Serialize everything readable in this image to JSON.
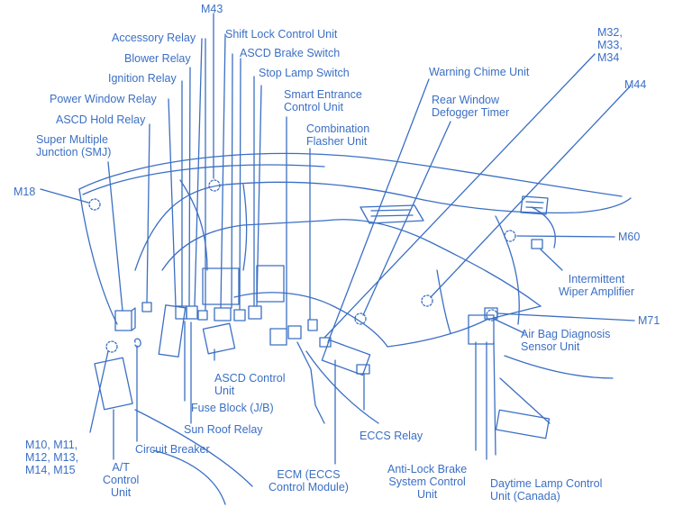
{
  "colors": {
    "line": "#3b6fc4",
    "label": "#3b6fc4",
    "background": "#ffffff"
  },
  "labels": {
    "m43": "M43",
    "accessory_relay": "Accessory Relay",
    "shift_lock": "Shift Lock Control Unit",
    "blower_relay": "Blower Relay",
    "ascd_brake": "ASCD Brake Switch",
    "ignition_relay": "Ignition Relay",
    "stop_lamp": "Stop Lamp Switch",
    "power_window": "Power Window Relay",
    "smart_entrance": "Smart Entrance\nControl Unit",
    "ascd_hold": "ASCD Hold Relay",
    "combination_flasher": "Combination\nFlasher Unit",
    "smj": "Super Multiple\nJunction (SMJ)",
    "m18": "M18",
    "warning_chime": "Warning Chime Unit",
    "m32": "M32,\nM33,\nM34",
    "rear_window": "Rear Window\nDefogger Timer",
    "m44": "M44",
    "m60": "M60",
    "intermittent_wiper": "Intermittent\nWiper Amplifier",
    "m71": "M71",
    "air_bag": "Air Bag Diagnosis\nSensor Unit",
    "ascd_control": "ASCD Control\nUnit",
    "fuse_block": "Fuse Block (J/B)",
    "sun_roof": "Sun Roof Relay",
    "circuit_breaker": "Circuit Breaker",
    "eccs_relay": "ECCS Relay",
    "m10": "M10, M11,\nM12, M13,\nM14, M15",
    "at_control": "A/T\nControl\nUnit",
    "ecm": "ECM (ECCS\nControl Module)",
    "abs": "Anti-Lock Brake\nSystem Control\nUnit",
    "daytime": "Daytime Lamp Control\nUnit (Canada)"
  }
}
